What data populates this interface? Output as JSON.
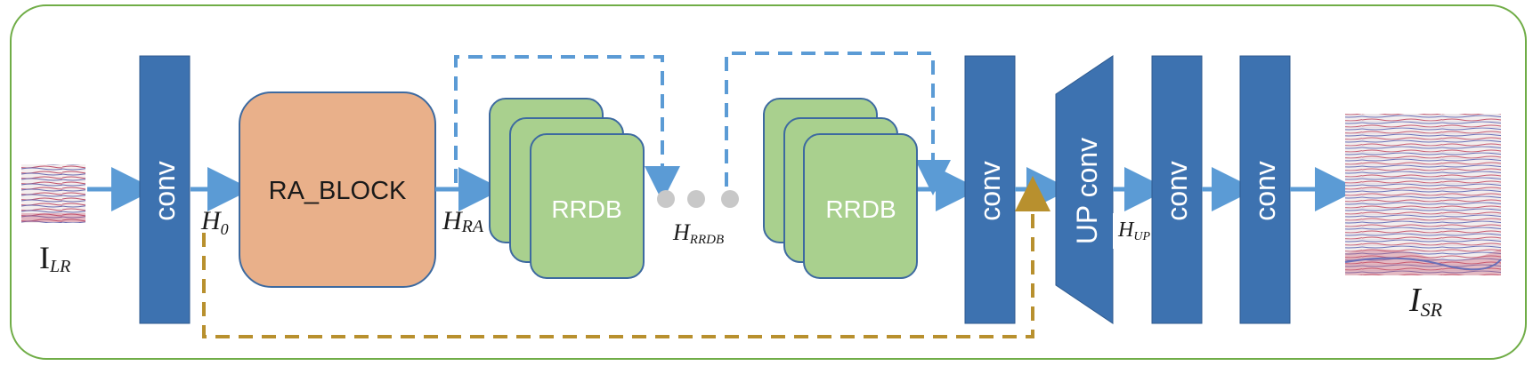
{
  "diagram": {
    "blocks": {
      "conv1": "conv",
      "ra_block": "RA_BLOCK",
      "rrdb_a": "RRDB",
      "rrdb_b": "RRDB",
      "conv2": "conv",
      "up_conv": "UP conv",
      "conv3": "conv",
      "conv4": "conv"
    },
    "labels": {
      "input": {
        "main": "I",
        "sub": "LR"
      },
      "h0": {
        "main": "H",
        "sub": "0"
      },
      "hra": {
        "main": "H",
        "sub": "RA"
      },
      "hrrdb": {
        "main": "H",
        "sub": "RRDB"
      },
      "hup": {
        "main": "H",
        "sub": "UP"
      },
      "output": {
        "main": "I",
        "sub": "SR"
      }
    },
    "colors": {
      "conv_blue": "#3d72b0",
      "ra_block_orange": "#e9b08a",
      "rrdb_green": "#a9d08e",
      "arrow_blue": "#5b9bd5",
      "skip_gold": "#b8902e",
      "frame_green": "#70ad47",
      "dot_gray": "#c8c8c8"
    }
  }
}
